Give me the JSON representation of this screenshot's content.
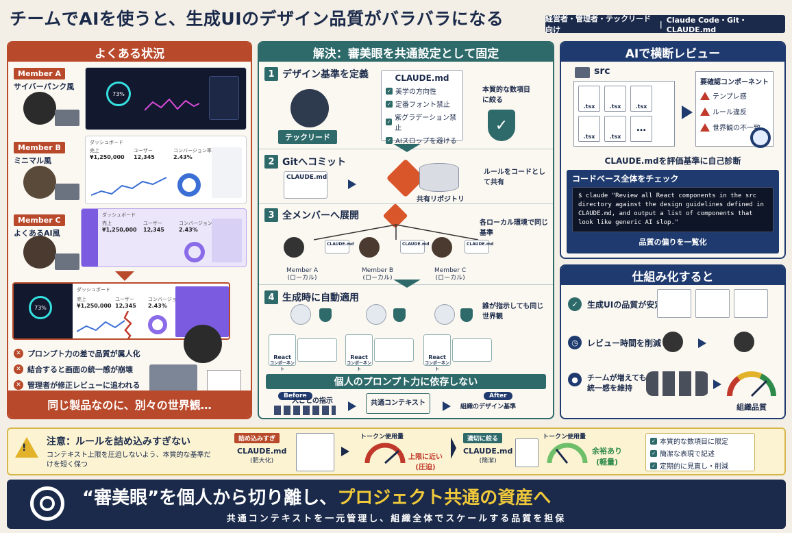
{
  "header": {
    "title": "チームでAIを使うと、生成UIのデザイン品質がバラバラになる",
    "audience": "経営者・管理者・テックリード向け",
    "tech": "Claude Code・Git・CLAUDE.md"
  },
  "left": {
    "title": "よくある状況",
    "members": [
      {
        "tag": "Member A",
        "style": "サイバーパンク風"
      },
      {
        "tag": "Member B",
        "style": "ミニマル風"
      },
      {
        "tag": "Member C",
        "style": "よくあるAI風"
      }
    ],
    "dashboard": {
      "title": "ダッシュボード",
      "kpi1_label": "売上",
      "kpi1_value": "¥1,250,000",
      "kpi2_label": "ユーザー",
      "kpi2_value": "12,345",
      "kpi3_label": "コンバージョン率",
      "kpi3_value": "2.43%",
      "percent": "73%"
    },
    "problems": [
      "プロンプト力の差で品質が属人化",
      "結合すると画面の統一感が崩壊",
      "管理者が修正レビューに追われる"
    ],
    "footer": "同じ製品なのに、別々の世界観…"
  },
  "middle": {
    "title": "解決：審美眼を共通設定として固定",
    "step1": {
      "num": "1",
      "title": "デザイン基準を定義",
      "file": "CLAUDE.md",
      "items": [
        "美学の方向性",
        "定番フォント禁止",
        "紫グラデーション禁止",
        "AIスロップを避ける"
      ],
      "note": "本質的な数項目に絞る",
      "role": "テックリード"
    },
    "step2": {
      "num": "2",
      "title": "Gitへコミット",
      "file": "CLAUDE.md",
      "repo": "共有リポジトリ",
      "note": "ルールをコードとして共有"
    },
    "step3": {
      "num": "3",
      "title": "全メンバーへ展開",
      "note": "各ローカル環境で同じ基準",
      "file": "CLAUDE.md",
      "members": [
        {
          "name": "Member A",
          "env": "(ローカル)"
        },
        {
          "name": "Member B",
          "env": "(ローカル)"
        },
        {
          "name": "Member C",
          "env": "(ローカル)"
        }
      ]
    },
    "step4": {
      "num": "4",
      "title": "生成時に自動適用",
      "note": "誰が指示しても同じ世界観",
      "component": "React",
      "component_sub": "コンポーネント"
    },
    "band": "個人のプロンプト力に依存しない",
    "flow": {
      "before_tag": "Before",
      "before_text": "人ごとの指示",
      "middle_text": "共通コンテキスト",
      "after_tag": "After",
      "after_text": "組織のデザイン基準"
    }
  },
  "right1": {
    "title": "AIで横断レビュー",
    "folder": "src",
    "files": [
      ".tsx",
      ".tsx",
      ".tsx",
      ".tsx",
      ".tsx",
      "…"
    ],
    "review_title": "要確認コンポーネント",
    "review_items": [
      "テンプレ感",
      "ルール違反",
      "世界観の不一致"
    ],
    "caption": "CLAUDE.mdを評価基準に自己診断",
    "check_title": "コードベース全体をチェック",
    "command": "$ claude \"Review all React components in the src directory against the design guidelines defined in CLAUDE.md, and output a list of components that look like generic AI slop.\"",
    "result": "品質の偏りを一覧化"
  },
  "right2": {
    "title": "仕組み化すると",
    "benefits": [
      "生成UIの品質が安定",
      "レビュー時間を削減",
      "チームが増えても統一感を維持"
    ],
    "gauge_label": "組織品質"
  },
  "caution": {
    "title": "注意：ルールを詰め込みすぎない",
    "desc": "コンテキスト上限を圧迫しないよう、本質的な基準だけを短く保つ",
    "bad_tag": "詰め込みすぎ",
    "bad_file": "CLAUDE.md",
    "bad_sub": "(肥大化)",
    "token_label": "トークン使用量",
    "bad_status": "上限に近い",
    "bad_status_sub": "(圧迫)",
    "good_tag": "適切に絞る",
    "good_file": "CLAUDE.md",
    "good_sub": "(簡潔)",
    "good_status": "余裕あり",
    "good_status_sub": "(軽量)",
    "tips": [
      "本質的な数項目に限定",
      "簡潔な表現で記述",
      "定期的に見直し・削減"
    ]
  },
  "footer": {
    "headline_1": "“審美眼”を個人から切り離し、",
    "headline_2": "プロジェクト共通の資産へ",
    "sub": "共通コンテキストを一元管理し、組織全体でスケールする品質を担保"
  }
}
